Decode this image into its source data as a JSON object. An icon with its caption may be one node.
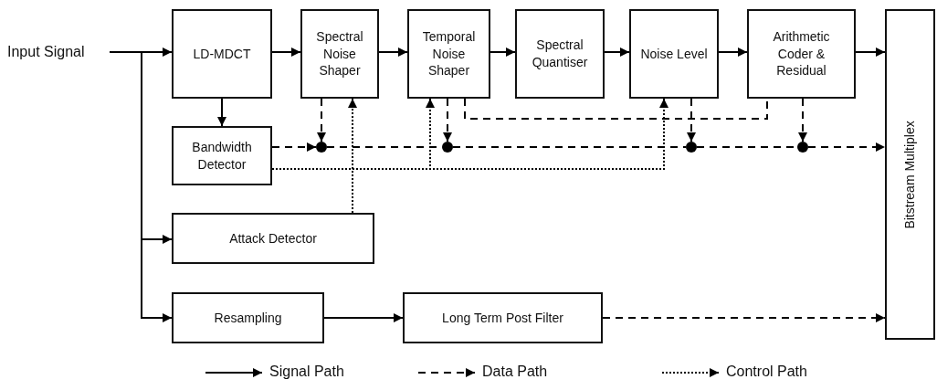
{
  "diagram": {
    "nodes": [
      {
        "text": [
          "Input Signal"
        ]
      },
      {
        "text": [
          "LD-MDCT"
        ]
      },
      {
        "text": [
          "Spectral Noise Shaper"
        ]
      },
      {
        "text": [
          "Temporal Noise Shaper"
        ]
      },
      {
        "text": [
          "Spectral Quantiser"
        ]
      },
      {
        "text": [
          "Noise Level"
        ]
      },
      {
        "text": [
          "Arithmetic Coder & Residual"
        ]
      },
      {
        "text": [
          "Bitstream Multiplex"
        ]
      },
      {
        "text": [
          "Bandwidth Detector"
        ]
      },
      {
        "text": [
          "Attack Detector"
        ]
      },
      {
        "text": [
          "Resampling"
        ]
      },
      {
        "text": [
          "Long Term Post Filter"
        ]
      },
      {
        "text": [],
        "shape": "circle"
      },
      {
        "text": [],
        "shape": "circle"
      },
      {
        "text": [],
        "shape": "circle"
      },
      {
        "text": [],
        "shape": "circle"
      }
    ],
    "edges": [
      {
        "from": 0,
        "to": 1,
        "arrow": "to"
      },
      {
        "from": 0,
        "to": 9,
        "arrow": "to"
      },
      {
        "from": 0,
        "to": 10,
        "arrow": "to"
      },
      {
        "from": 1,
        "to": 2,
        "arrow": "to"
      },
      {
        "from": 2,
        "to": 3,
        "arrow": "to"
      },
      {
        "from": 3,
        "to": 4,
        "arrow": "to"
      },
      {
        "from": 4,
        "to": 5,
        "arrow": "to"
      },
      {
        "from": 5,
        "to": 6,
        "arrow": "to"
      },
      {
        "from": 6,
        "to": 7,
        "arrow": "to"
      },
      {
        "from": 1,
        "to": 8,
        "arrow": "to"
      },
      {
        "from": 8,
        "to": 12,
        "arrow": "to",
        "style": "dashed"
      },
      {
        "from": 2,
        "to": 12,
        "arrow": "to",
        "style": "dashed"
      },
      {
        "from": 12,
        "to": 13,
        "arrow": "none",
        "style": "dashed"
      },
      {
        "from": 3,
        "to": 13,
        "arrow": "to",
        "style": "dashed"
      },
      {
        "from": 13,
        "to": 14,
        "arrow": "none",
        "style": "dashed"
      },
      {
        "from": 5,
        "to": 14,
        "arrow": "to",
        "style": "dashed"
      },
      {
        "from": 14,
        "to": 15,
        "arrow": "none",
        "style": "dashed"
      },
      {
        "from": 6,
        "to": 15,
        "arrow": "to",
        "style": "dashed"
      },
      {
        "from": 15,
        "to": 7,
        "arrow": "to",
        "style": "dashed"
      },
      {
        "from": 3,
        "to": 6,
        "arrow": "to",
        "style": "dashed"
      },
      {
        "from": 8,
        "to": 3,
        "arrow": "to",
        "style": "dashed"
      },
      {
        "from": 8,
        "to": 5,
        "arrow": "to",
        "style": "dashed"
      },
      {
        "from": 9,
        "to": 2,
        "arrow": "to",
        "style": "dashed"
      },
      {
        "from": 10,
        "to": 11,
        "arrow": "to"
      },
      {
        "from": 11,
        "to": 7,
        "arrow": "to",
        "style": "dashed"
      }
    ],
    "legend": [
      {
        "text": "Signal Path"
      },
      {
        "text": "Data Path"
      },
      {
        "text": "Control Path"
      }
    ]
  }
}
